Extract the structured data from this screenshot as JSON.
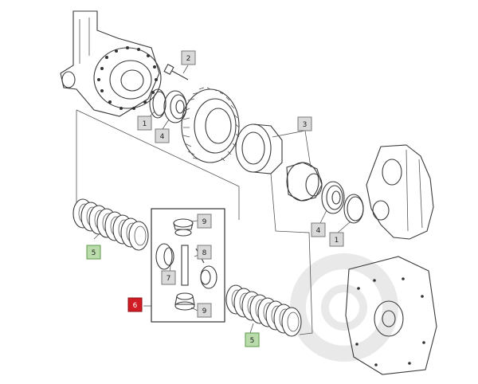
{
  "diagram": {
    "callouts": [
      {
        "id": "c1a",
        "label": "1",
        "style": "grey"
      },
      {
        "id": "c2",
        "label": "2",
        "style": "grey"
      },
      {
        "id": "c3",
        "label": "3",
        "style": "grey"
      },
      {
        "id": "c4a",
        "label": "4",
        "style": "grey"
      },
      {
        "id": "c4b",
        "label": "4",
        "style": "grey"
      },
      {
        "id": "c1b",
        "label": "1",
        "style": "grey"
      },
      {
        "id": "c5a",
        "label": "5",
        "style": "green"
      },
      {
        "id": "c5b",
        "label": "5",
        "style": "green"
      },
      {
        "id": "c6",
        "label": "6",
        "style": "red"
      },
      {
        "id": "c7",
        "label": "7",
        "style": "grey"
      },
      {
        "id": "c8",
        "label": "8",
        "style": "grey"
      },
      {
        "id": "c9a",
        "label": "9",
        "style": "grey"
      },
      {
        "id": "c9b",
        "label": "9",
        "style": "grey"
      }
    ],
    "colors": {
      "highlight_green": "#b9dcaa",
      "highlight_red": "#d01c24",
      "callout_grey": "#d9d9d9",
      "line": "#3a3a3a"
    }
  }
}
